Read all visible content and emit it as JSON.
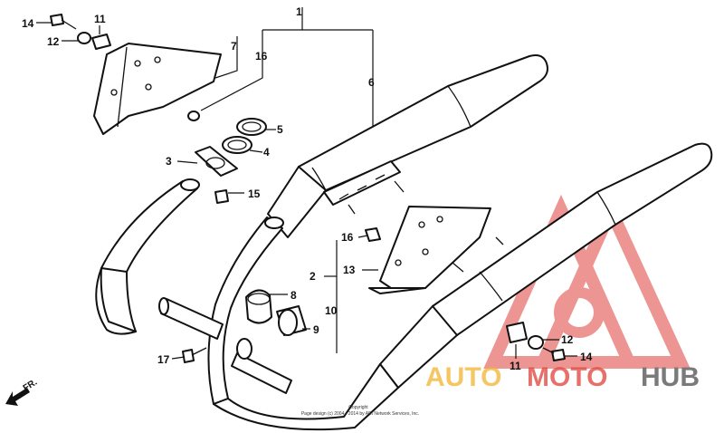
{
  "callouts": [
    "1",
    "2",
    "3",
    "4",
    "5",
    "6",
    "7",
    "8",
    "9",
    "10",
    "11",
    "11",
    "12",
    "12",
    "13",
    "14",
    "14",
    "15",
    "16",
    "16",
    "17"
  ],
  "direction_label": "FR.",
  "copyright": {
    "line1": "Copyright",
    "line2": "Page design (c) 2004 - 2014 by ARI Network Services, Inc."
  },
  "watermark": {
    "auto": "AUTO",
    "moto": "MOTO",
    "hub": "HUB",
    "color_accent": "#e0403a",
    "color_secondary": "#f3b332",
    "color_hub": "#7a7a7a"
  }
}
